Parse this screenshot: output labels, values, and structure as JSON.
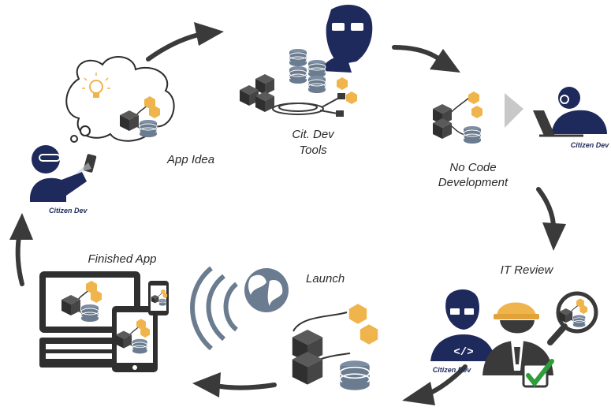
{
  "stages": {
    "app_idea": "App Idea",
    "tools_line1": "Cit. Dev",
    "tools_line2": "Tools",
    "nocode_line1": "No Code",
    "nocode_line2": "Development",
    "it_review": "IT Review",
    "launch": "Launch",
    "finished": "Finished App"
  },
  "tags": {
    "citizen_dev_1": "Citizen Dev",
    "citizen_dev_2": "Citizen Dev",
    "citizen_dev_3": "Citizen Dev"
  },
  "colors": {
    "navy": "#1f2a5c",
    "dark": "#3a3a3a",
    "slate": "#6b7c90",
    "honey": "#f0b44c",
    "green": "#2e9e3a"
  }
}
